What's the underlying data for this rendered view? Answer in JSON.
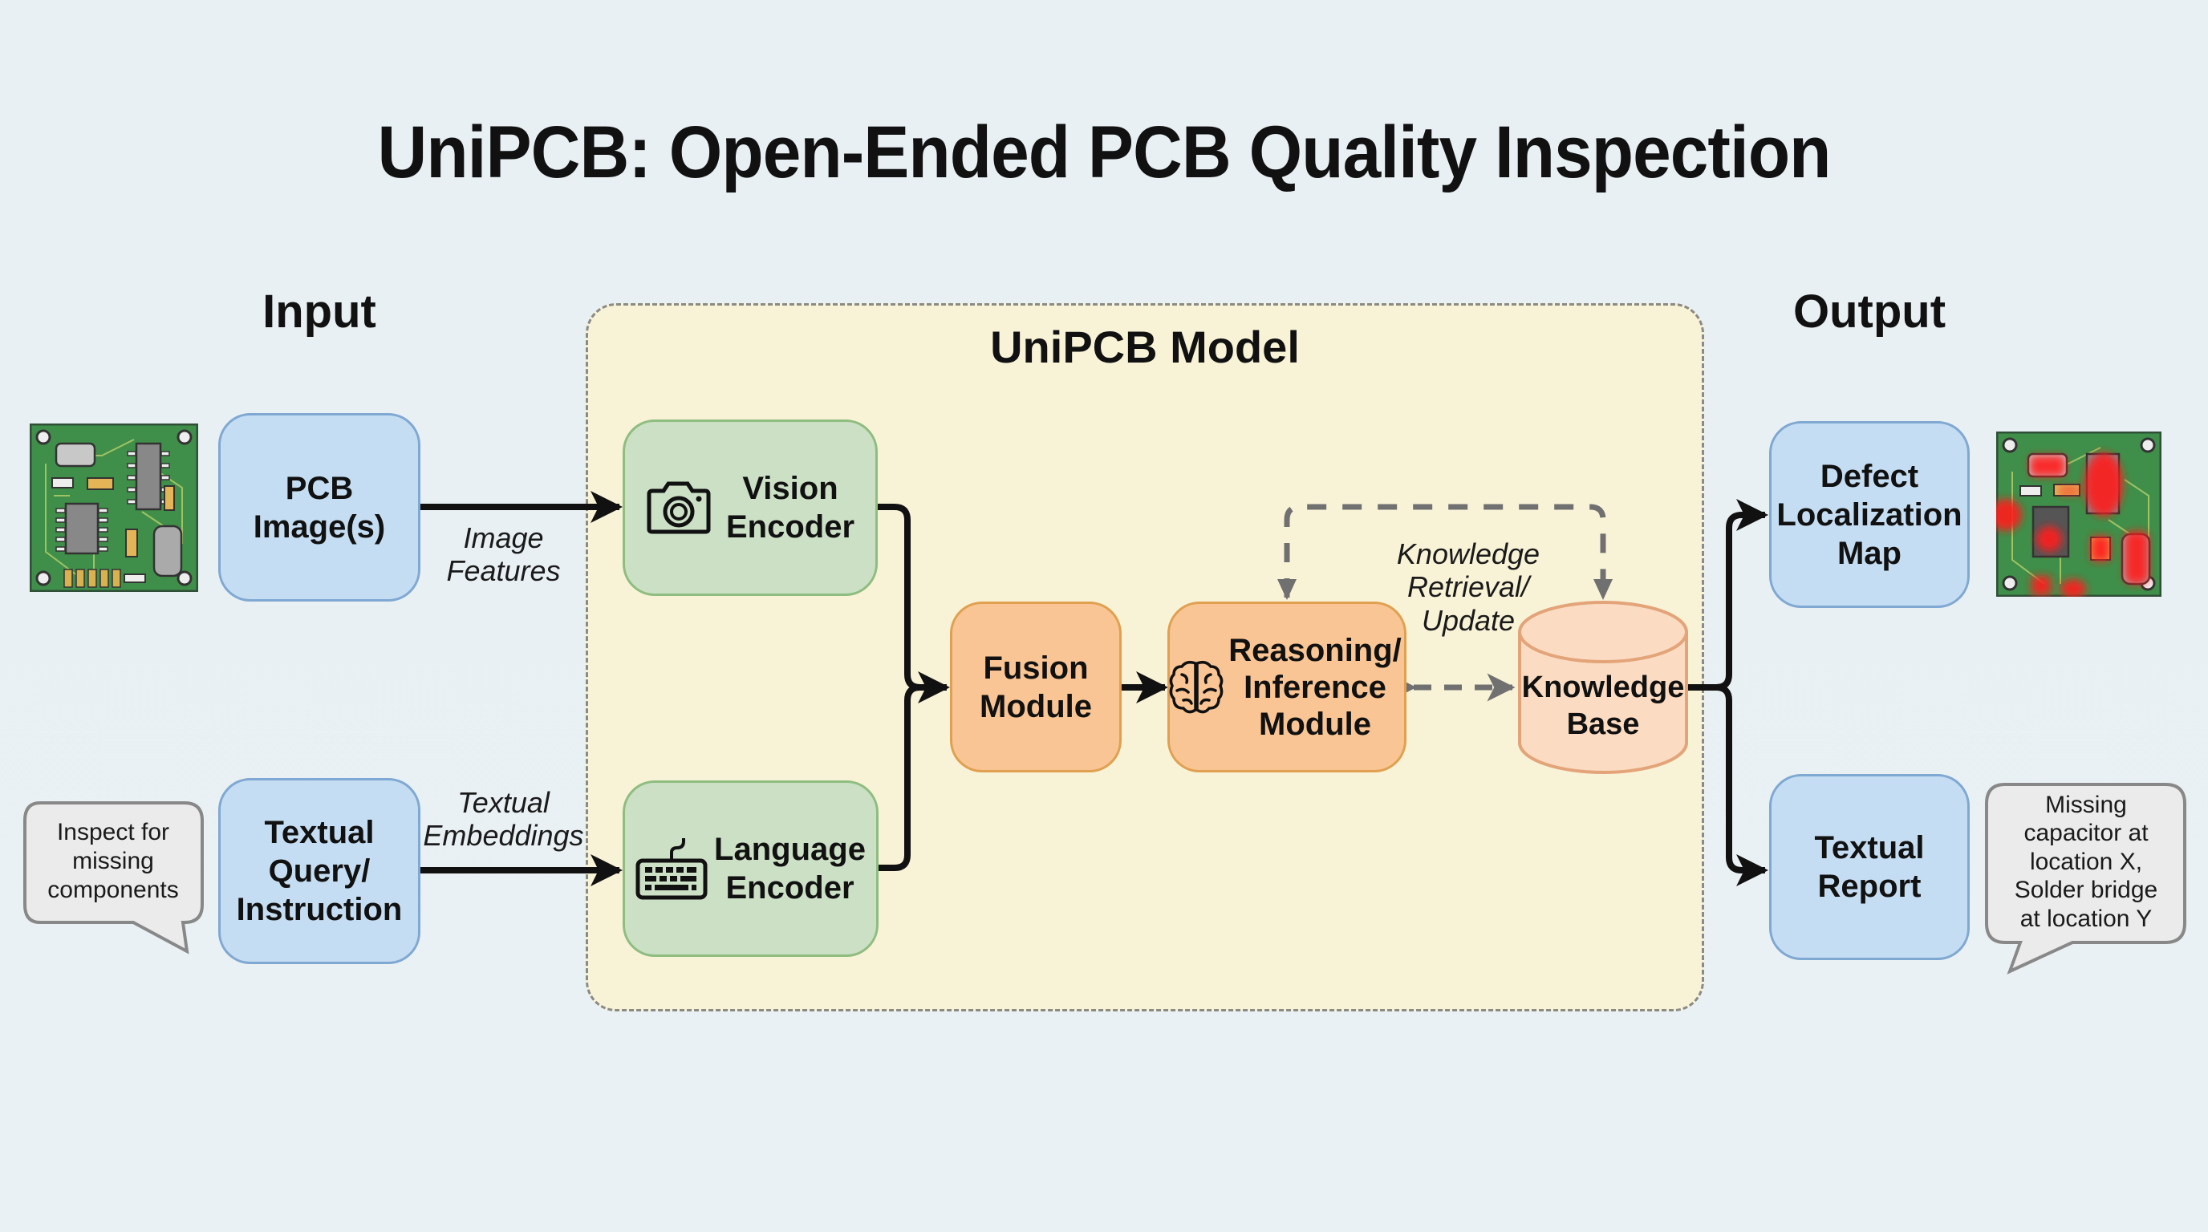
{
  "title": "UniPCB: Open-Ended PCB Quality Inspection",
  "sections": {
    "input": "Input",
    "output": "Output",
    "model": "UniPCB Model"
  },
  "input": {
    "pcb_image_box": "PCB\nImage(s)",
    "text_query_box": "Textual\nQuery/\nInstruction",
    "query_bubble": "Inspect for\nmissing\ncomponents",
    "pcb_image_icon": "pcb-board-image"
  },
  "edges": {
    "image_features": "Image\nFeatures",
    "textual_embeddings": "Textual\nEmbeddings",
    "knowledge_retrieval": "Knowledge\nRetrieval/\nUpdate"
  },
  "model": {
    "vision_encoder": {
      "label": "Vision\nEncoder",
      "icon": "camera-icon"
    },
    "language_encoder": {
      "label": "Language\nEncoder",
      "icon": "keyboard-icon"
    },
    "fusion_module": {
      "label": "Fusion\nModule"
    },
    "reasoning_module": {
      "label": "Reasoning/\nInference\nModule",
      "icon": "brain-icon"
    },
    "knowledge_base": {
      "label": "Knowledge\nBase",
      "icon": "database-cylinder"
    }
  },
  "output": {
    "defect_map_box": "Defect\nLocalization\nMap",
    "text_report_box": "Textual\nReport",
    "report_bubble": "Missing\ncapacitor at\nlocation X,\nSolder bridge\nat location Y",
    "defect_image_icon": "pcb-defect-heatmap-image"
  },
  "colors": {
    "input_output_box": "#c5ddf2",
    "encoder_box": "#cbe0c5",
    "module_box": "#f9c594",
    "knowledge_base": "#fbdcc2",
    "model_container": "#f8f3d7",
    "defect_highlight": "#ff1a1a",
    "pcb_green": "#3f8f4a"
  }
}
